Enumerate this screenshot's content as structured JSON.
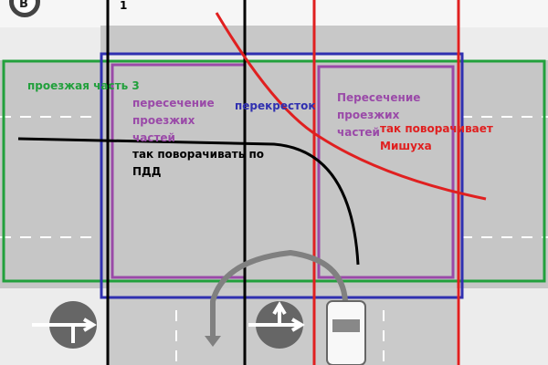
{
  "sign_letter": "B",
  "labels": {
    "road_number": "1",
    "roadway_3": "проезжая часть 3",
    "crossing_left": "пересечение\nпроезжих\nчастей",
    "intersection": "перекресток",
    "crossing_right": "Пересечение\nпроезжих\nчастей",
    "misha_turn": "так поворачивает\nМишуха",
    "rules_turn": "так поворачивать по\nПДД"
  },
  "colors": {
    "roadway": "#22a03c",
    "intersection": "#3030b0",
    "crossing": "#9a4aa8",
    "misha": "#e02020",
    "rules": "#000000"
  }
}
